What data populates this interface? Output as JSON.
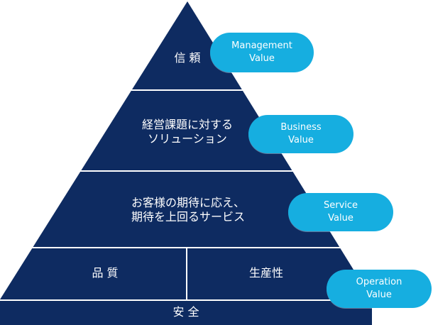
{
  "colors": {
    "pyramid": "#0e2b61",
    "divider": "#ffffff",
    "pill": "#16aee0",
    "text": "#ffffff"
  },
  "tiers": {
    "top": {
      "label": "信 頼"
    },
    "second": {
      "line1": "経営課題に対する",
      "line2": "ソリューション"
    },
    "third": {
      "line1": "お客様の期待に応え、",
      "line2": "期待を上回るサービス"
    },
    "bottom_left": {
      "label": "品 質"
    },
    "bottom_right": {
      "label": "生産性"
    },
    "base": {
      "label": "安 全"
    }
  },
  "values": {
    "management": {
      "line1": "Management",
      "line2": "Value"
    },
    "business": {
      "line1": "Business",
      "line2": "Value"
    },
    "service": {
      "line1": "Service",
      "line2": "Value"
    },
    "operation": {
      "line1": "Operation",
      "line2": "Value"
    }
  }
}
